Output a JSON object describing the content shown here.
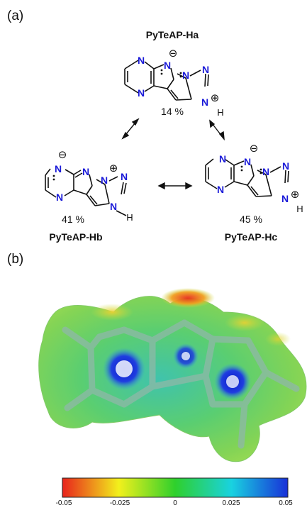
{
  "panels": {
    "a_label": "(a)",
    "b_label": "(b)"
  },
  "resonance": {
    "ha": {
      "name": "PyTeAP-Ha",
      "percent": "14 %"
    },
    "hb": {
      "name": "PyTeAP-Hb",
      "percent": "41 %"
    },
    "hc": {
      "name": "PyTeAP-Hc",
      "percent": "45 %"
    },
    "atoms": {
      "N": "N",
      "H": "H",
      "minus": "⊖",
      "plus": "⊕"
    }
  },
  "colorbar": {
    "ticks": [
      "-0.05",
      "-0.025",
      "0",
      "0.025",
      "0.05"
    ],
    "colors": [
      "#e8231c",
      "#f2f01c",
      "#2fd02c",
      "#19d2e0",
      "#1830d8"
    ]
  },
  "colors": {
    "nitrogen": "#1a1ad8",
    "bond": "#111111"
  }
}
